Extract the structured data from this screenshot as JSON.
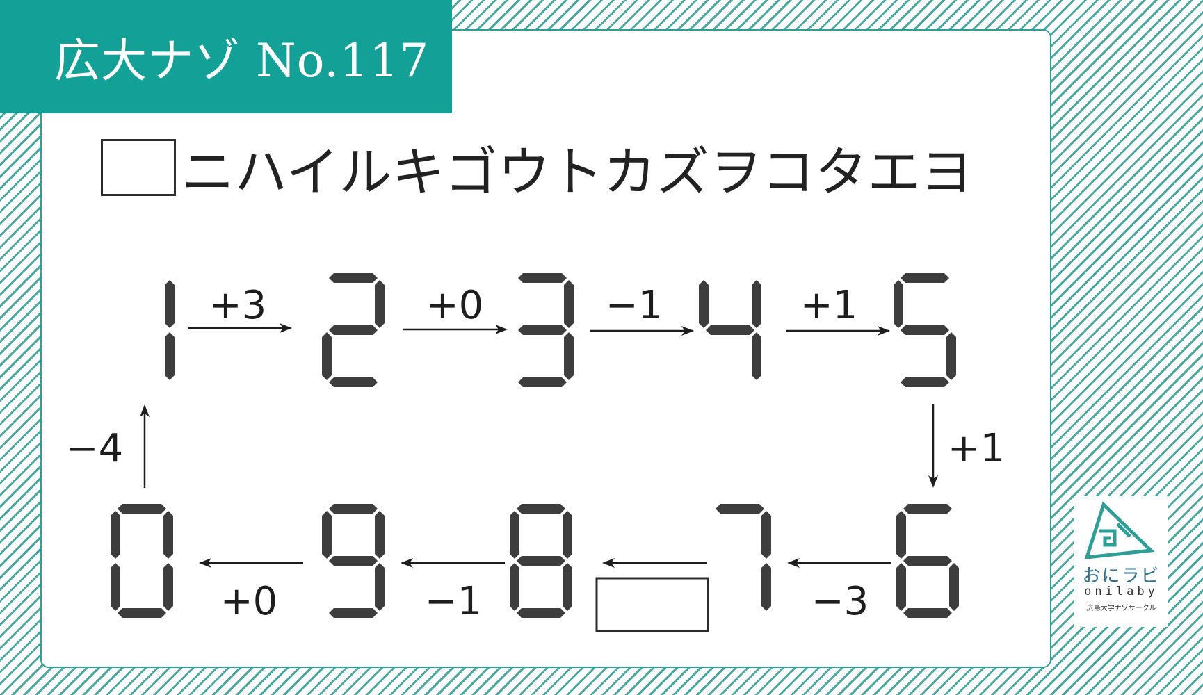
{
  "title": "広大ナゾ No.117",
  "question": {
    "text": "ニハイルキゴウトカズヲコタエヨ"
  },
  "digits": [
    "1",
    "2",
    "3",
    "4",
    "5",
    "6",
    "7",
    "8",
    "9",
    "0"
  ],
  "operations": {
    "d1_to_d2": "+3",
    "d2_to_d3": "+0",
    "d3_to_d4": "−1",
    "d4_to_d5": "+1",
    "d5_to_d6": "+1",
    "d6_to_d7": "−3",
    "d8_to_d9": "−1",
    "d9_to_d0": "+0",
    "d0_to_d1": "−4"
  },
  "logo": {
    "name": "おにラビ",
    "romaji": "onilaby",
    "subtitle": "広島大学ナゾサークル"
  },
  "colors": {
    "accent": "#13a096",
    "stripes": "#4aa7a0",
    "segment": "#3d3d3d"
  },
  "icons": [
    "arrow-right-icon",
    "arrow-left-icon",
    "arrow-up-icon",
    "arrow-down-icon",
    "logo-triangle-icon"
  ]
}
